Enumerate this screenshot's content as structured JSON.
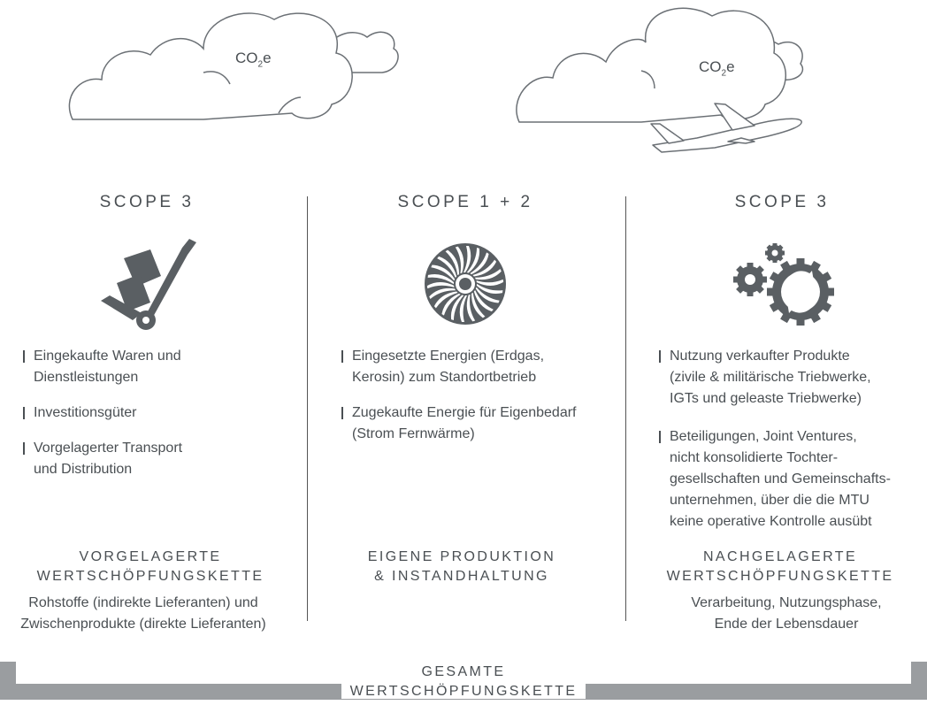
{
  "co2_left": {
    "main": "CO",
    "sub": "2",
    "tail": "e"
  },
  "co2_right": {
    "main": "CO",
    "sub": "2",
    "tail": "e"
  },
  "columns": [
    {
      "scope": "SCOPE 3",
      "bullets": [
        [
          "Eingekaufte Waren und",
          "Dienstleistungen"
        ],
        [
          "Investitionsgüter"
        ],
        [
          "Vorgelagerter Transport",
          "und Distribution"
        ]
      ],
      "chain_title": [
        "VORGELAGERTE",
        "WERTSCHÖPFUNGSKETTE"
      ],
      "chain_sub": [
        "Rohstoffe (indirekte Lieferanten) und",
        "Zwischenprodukte (direkte Lieferanten)"
      ]
    },
    {
      "scope": "SCOPE 1 + 2",
      "bullets": [
        [
          "Eingesetzte Energien (Erdgas,",
          "Kerosin) zum Standortbetrieb"
        ],
        [
          "Zugekaufte Energie für Eigenbedarf",
          "(Strom Fernwärme)"
        ]
      ],
      "chain_title": [
        "EIGENE PRODUKTION",
        "& INSTANDHALTUNG"
      ],
      "chain_sub": []
    },
    {
      "scope": "SCOPE 3",
      "bullets": [
        [
          "Nutzung verkaufter Produkte",
          "(zivile & militärische Triebwerke,",
          "IGTs und geleaste Triebwerke)"
        ],
        [
          "Beteiligungen, Joint Ventures,",
          "nicht konsolidierte Tochter-",
          "gesellschaften und Gemeinschafts-",
          "unternehmen, über die die MTU",
          "keine operative Kontrolle ausübt"
        ]
      ],
      "chain_title": [
        "NACHGELAGERTE",
        "WERTSCHÖPFUNGSKETTE"
      ],
      "chain_sub": [
        "Verarbeitung, Nutzungsphase,",
        "Ende der Lebensdauer"
      ]
    }
  ],
  "total": [
    "GESAMTE",
    "WERTSCHÖPFUNGSKETTE"
  ],
  "colors": {
    "text": "#4a4f53",
    "icon": "#5a5f63",
    "bar": "#9a9da0",
    "outline": "#6b7075"
  }
}
